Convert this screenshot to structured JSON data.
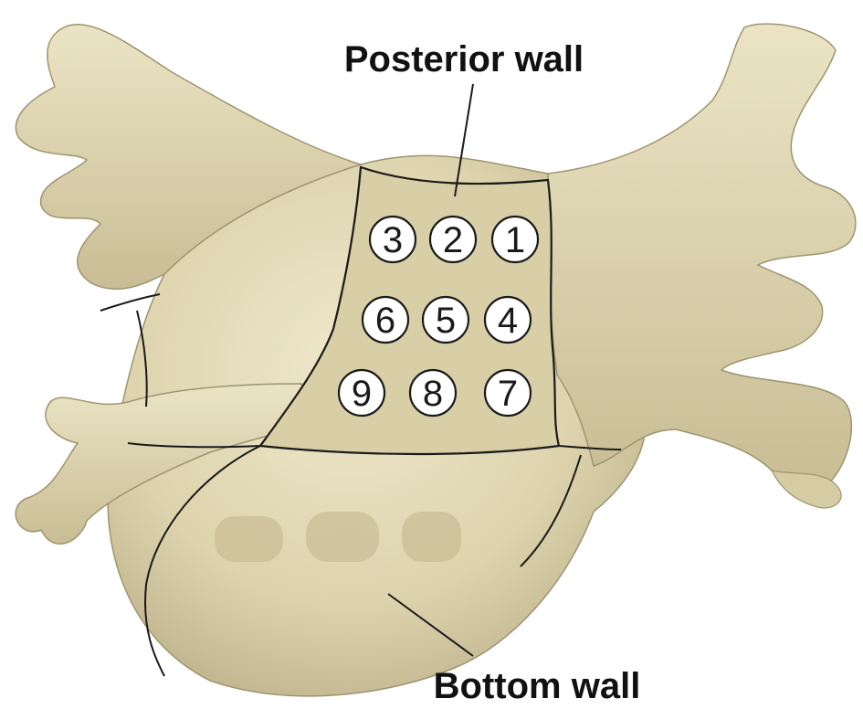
{
  "labels": {
    "posterior_wall": "Posterior wall",
    "bottom_wall": "Bottom wall"
  },
  "regions": [
    {
      "number": "3",
      "row": 1,
      "col": 1
    },
    {
      "number": "2",
      "row": 1,
      "col": 2
    },
    {
      "number": "1",
      "row": 1,
      "col": 3
    },
    {
      "number": "6",
      "row": 2,
      "col": 1
    },
    {
      "number": "5",
      "row": 2,
      "col": 2
    },
    {
      "number": "4",
      "row": 2,
      "col": 3
    },
    {
      "number": "9",
      "row": 3,
      "col": 1
    },
    {
      "number": "8",
      "row": 3,
      "col": 2
    },
    {
      "number": "7",
      "row": 3,
      "col": 3
    }
  ],
  "colors": {
    "tissue": "#e0d8b4",
    "tissue_shadow": "#bdb28a",
    "tissue_light": "#f0ead0",
    "posterior_patch": "#d8cfa6",
    "outline": "#1a1a1a",
    "marker_fill": "#ffffff"
  }
}
